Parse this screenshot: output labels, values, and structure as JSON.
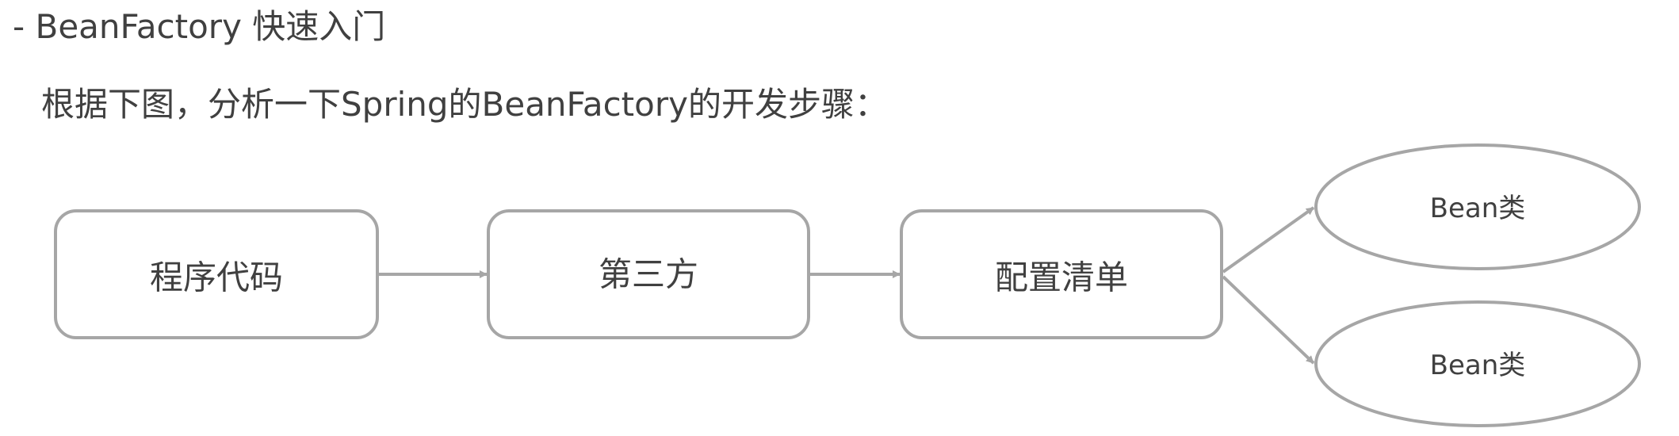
{
  "heading": "- BeanFactory 快速入门",
  "subtitle": "根据下图，分析一下Spring的BeanFactory的开发步骤：",
  "diagram": {
    "nodes": [
      {
        "id": "program-code",
        "label": "程序代码",
        "shape": "rounded-rect"
      },
      {
        "id": "third-party",
        "label": "第三方",
        "shape": "rounded-rect"
      },
      {
        "id": "config-list",
        "label": "配置清单",
        "shape": "rounded-rect"
      },
      {
        "id": "bean-1",
        "label": "Bean类",
        "shape": "ellipse"
      },
      {
        "id": "bean-2",
        "label": "Bean类",
        "shape": "ellipse"
      }
    ],
    "edges": [
      {
        "from": "program-code",
        "to": "third-party"
      },
      {
        "from": "third-party",
        "to": "config-list"
      },
      {
        "from": "config-list",
        "to": "bean-1"
      },
      {
        "from": "config-list",
        "to": "bean-2"
      }
    ],
    "colors": {
      "stroke": "#a6a6a6",
      "text": "#404040",
      "background": "#ffffff"
    }
  }
}
